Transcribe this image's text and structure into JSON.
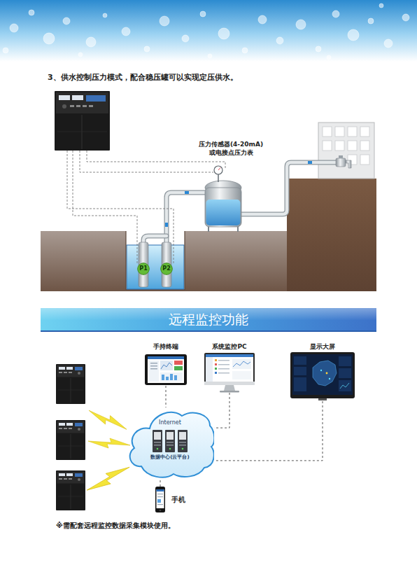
{
  "diagram": {
    "nodes": [
      {
        "text": [
          "P1"
        ]
      },
      {
        "text": [
          "P2"
        ]
      },
      {
        "text": [
          "远程监控功能"
        ]
      },
      {
        "text": [
          "手持终端"
        ]
      },
      {
        "text": [
          "系统监控PC"
        ]
      },
      {
        "text": [
          "显示大屏"
        ]
      },
      {
        "text": [
          "Internet",
          "数据中心(云平台)"
        ]
      },
      {
        "text": [
          "手机"
        ]
      }
    ],
    "edges": [
      {
        "from": 3,
        "to": 6,
        "arrow": "none"
      },
      {
        "from": 4,
        "to": 6,
        "arrow": "none"
      },
      {
        "from": 5,
        "to": 6,
        "arrow": "none"
      },
      {
        "from": 7,
        "to": 6,
        "arrow": "none"
      }
    ],
    "labels": [
      "3、供水控制压力模式，配合稳压罐可以实现定压供水。",
      "压力传感器(4-20mA) 或电接点压力表",
      "※需配套远程监控数据采集模块使用。"
    ]
  }
}
